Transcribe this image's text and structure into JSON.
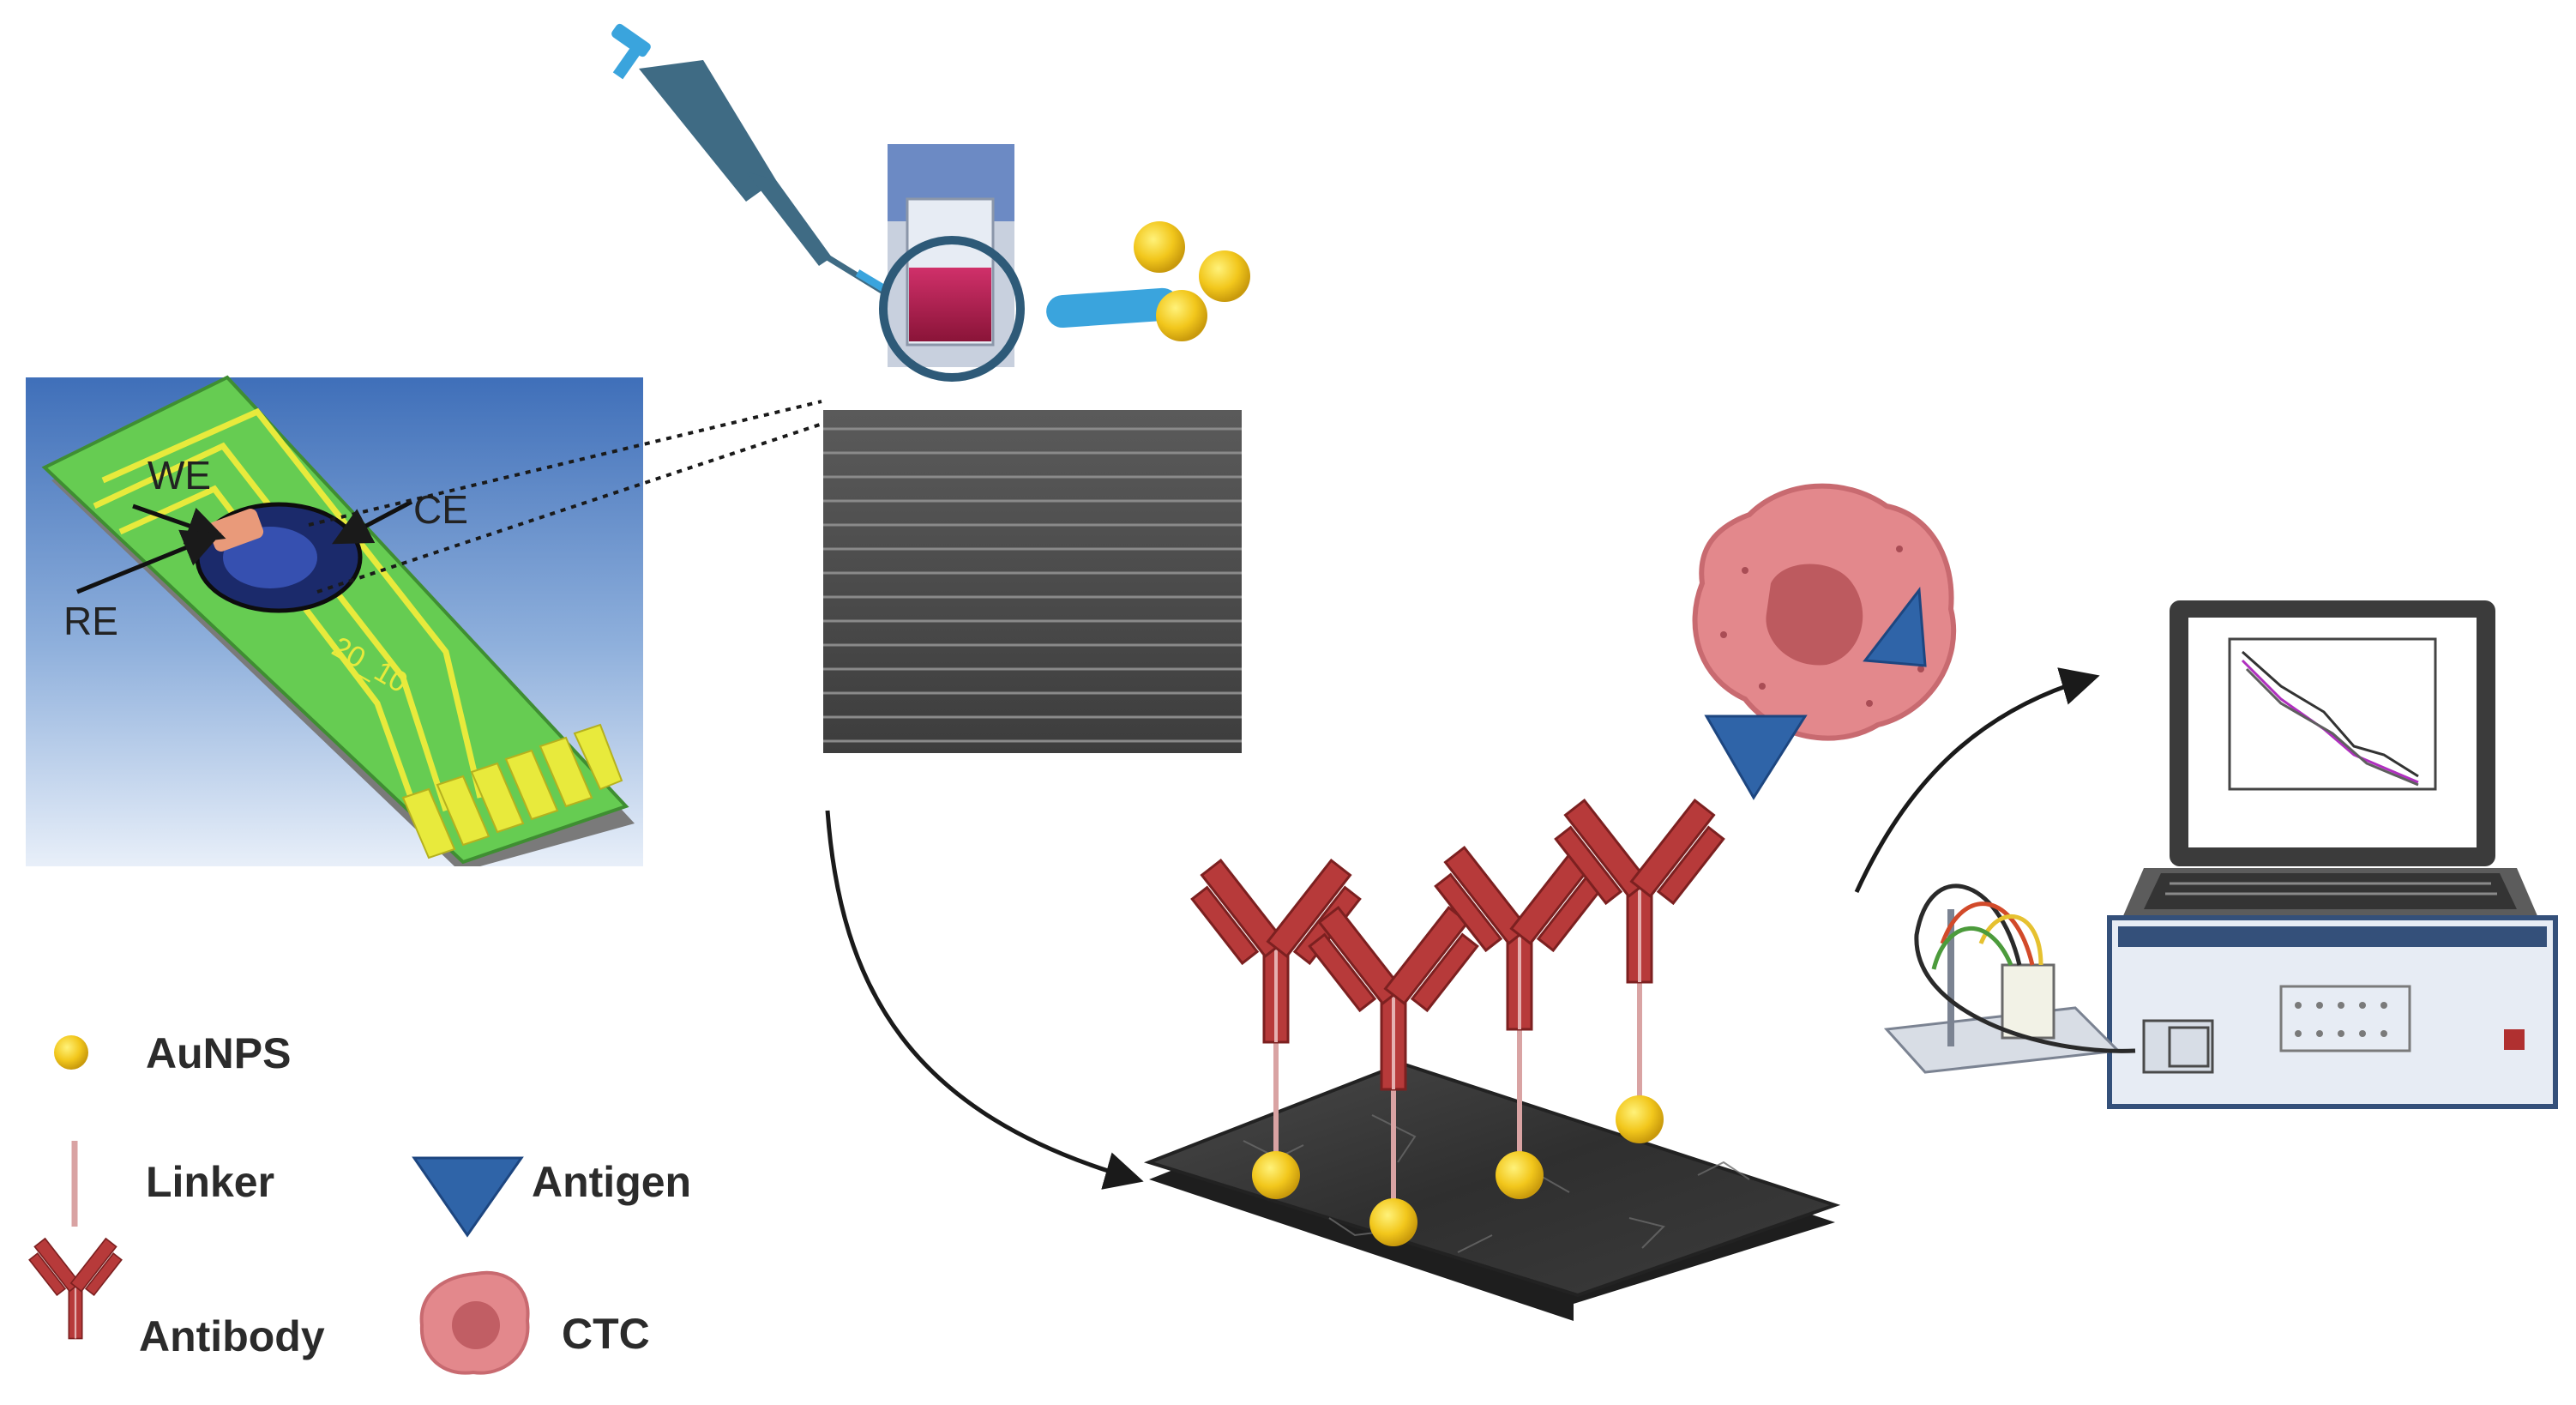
{
  "electrode": {
    "we_label": "WE",
    "ce_label": "CE",
    "re_label": "RE",
    "chip_text": "20_10"
  },
  "legend": {
    "aunps": "AuNPS",
    "linker": "Linker",
    "antigen": "Antigen",
    "antibody": "Antibody",
    "ctc": "CTC"
  },
  "colors": {
    "gold": "#f2c71c",
    "antibody": "#b73a3a",
    "linker": "#d9a3a3",
    "antigen": "#2f64a8",
    "ctc": "#e3888c",
    "ctc_nucleus": "#bd5a5f",
    "pipette": "#3f6b84",
    "pcb": "#66cc52",
    "trace": "#e8ea3c"
  }
}
